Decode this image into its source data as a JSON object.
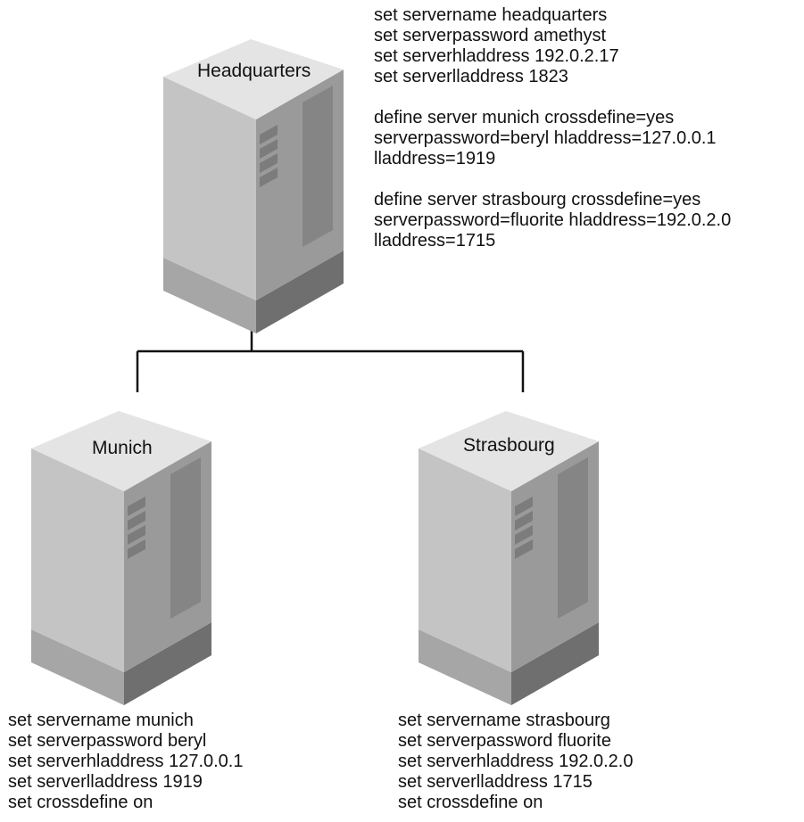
{
  "servers": {
    "headquarters": {
      "label": "Headquarters",
      "commands": [
        "set servername headquarters",
        "set serverpassword amethyst",
        "set serverhladdress 192.0.2.17",
        "set serverlladdress 1823"
      ],
      "define_munich": [
        "define server munich crossdefine=yes",
        "serverpassword=beryl hladdress=127.0.0.1",
        "lladdress=1919"
      ],
      "define_strasbourg": [
        "define server strasbourg crossdefine=yes",
        "serverpassword=fluorite hladdress=192.0.2.0",
        "lladdress=1715"
      ]
    },
    "munich": {
      "label": "Munich",
      "commands": [
        "set servername munich",
        "set serverpassword beryl",
        "set serverhladdress 127.0.0.1",
        "set serverlladdress 1919",
        "set crossdefine on"
      ]
    },
    "strasbourg": {
      "label": "Strasbourg",
      "commands": [
        "set servername strasbourg",
        "set serverpassword fluorite",
        "set serverhladdress 192.0.2.0",
        "set serverlladdress 1715",
        "set crossdefine on"
      ]
    }
  },
  "colors": {
    "server_top": "#e4e4e4",
    "server_front": "#c4c4c4",
    "server_side": "#9a9a9a",
    "panel": "#8c8c8c",
    "base_front": "#a6a6a6",
    "base_side": "#6f6f6f",
    "connector": "#111111"
  }
}
